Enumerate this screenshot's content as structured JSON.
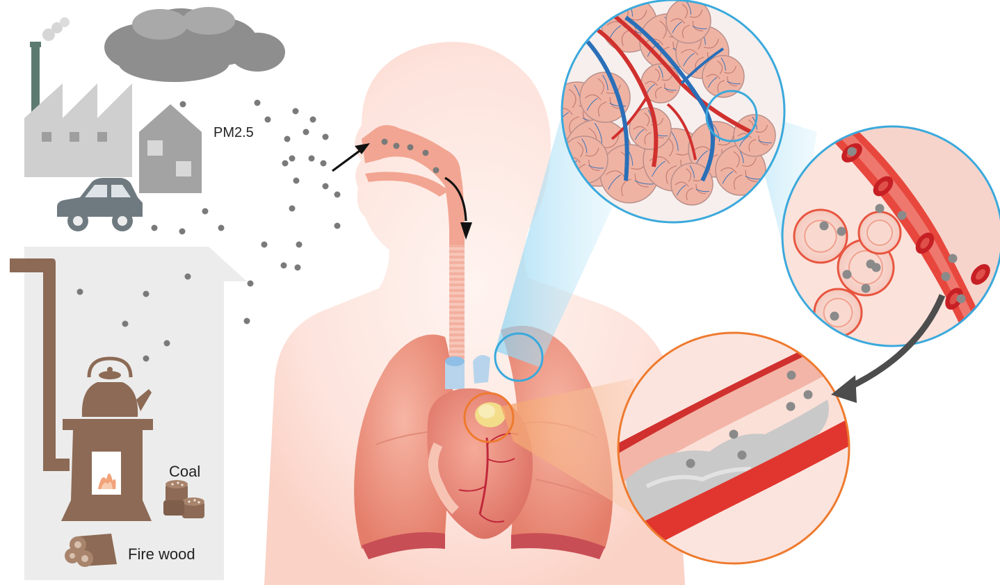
{
  "labels": {
    "pm25": "PM2.5",
    "coal": "Coal",
    "fire_wood": "Fire wood"
  },
  "colors": {
    "background": "#ffffff",
    "indoor_panel": "#ececec",
    "factory": "#cfcfcf",
    "chimney": "#5d7a70",
    "cloud": "#8e8e8e",
    "house": "#a3a3a3",
    "car": "#6f7a80",
    "stove": "#8c6a55",
    "particle": "#7a7a7a",
    "body": "#fde6df",
    "lung": "#ef9c8a",
    "heart": "#e98a7d",
    "artery": "#d0302e",
    "vein": "#2a6fb8",
    "zoom_blue": "#3aa9dc",
    "zoom_orange": "#ee7a2e",
    "plaque": "#c9c9c9"
  },
  "icons": [
    "factory-icon",
    "smoke-cloud-icon",
    "house-icon",
    "car-icon",
    "stove-icon",
    "kettle-icon",
    "coal-icon",
    "firewood-icon",
    "curved-arrow-icon"
  ]
}
